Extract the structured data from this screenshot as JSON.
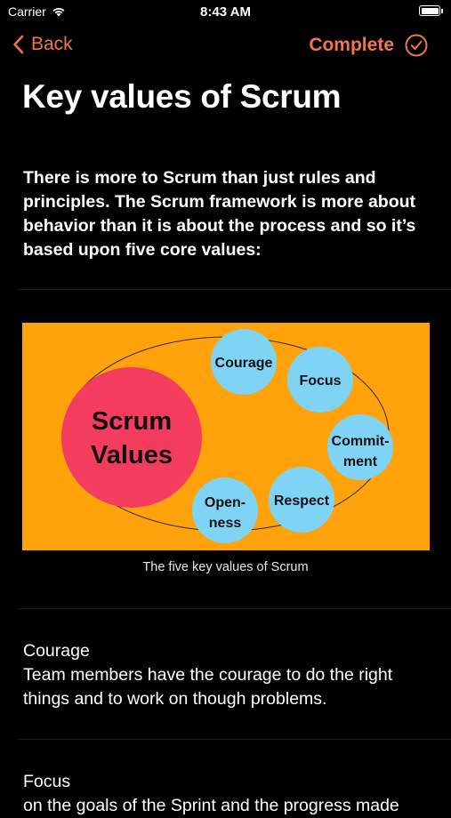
{
  "status": {
    "carrier": "Carrier",
    "time": "8:43 AM"
  },
  "nav": {
    "back_label": "Back",
    "complete_label": "Complete"
  },
  "page": {
    "title": "Key values of Scrum",
    "intro": "There is more to Scrum than just rules and principles. The Scrum framework is more about behavior than it is about the process and so it’s based upon five core values:"
  },
  "figure": {
    "center_line1": "Scrum",
    "center_line2": "Values",
    "values": {
      "courage": "Courage",
      "focus": "Focus",
      "commitment_line1": "Commit-",
      "commitment_line2": "ment",
      "respect": "Respect",
      "openness_line1": "Open-",
      "openness_line2": "ness"
    },
    "caption": "The five key values of Scrum",
    "colors": {
      "background": "#FFA20C",
      "center": "#F43C5F",
      "value": "#7FD3F5"
    }
  },
  "sections": [
    {
      "title": "Courage",
      "body": "Team members have the courage to do the right things and to work on though problems."
    },
    {
      "title": "Focus",
      "body": "on the goals of the Sprint and the progress made"
    }
  ],
  "colors": {
    "accent": "#F0764B",
    "background": "#000000"
  }
}
